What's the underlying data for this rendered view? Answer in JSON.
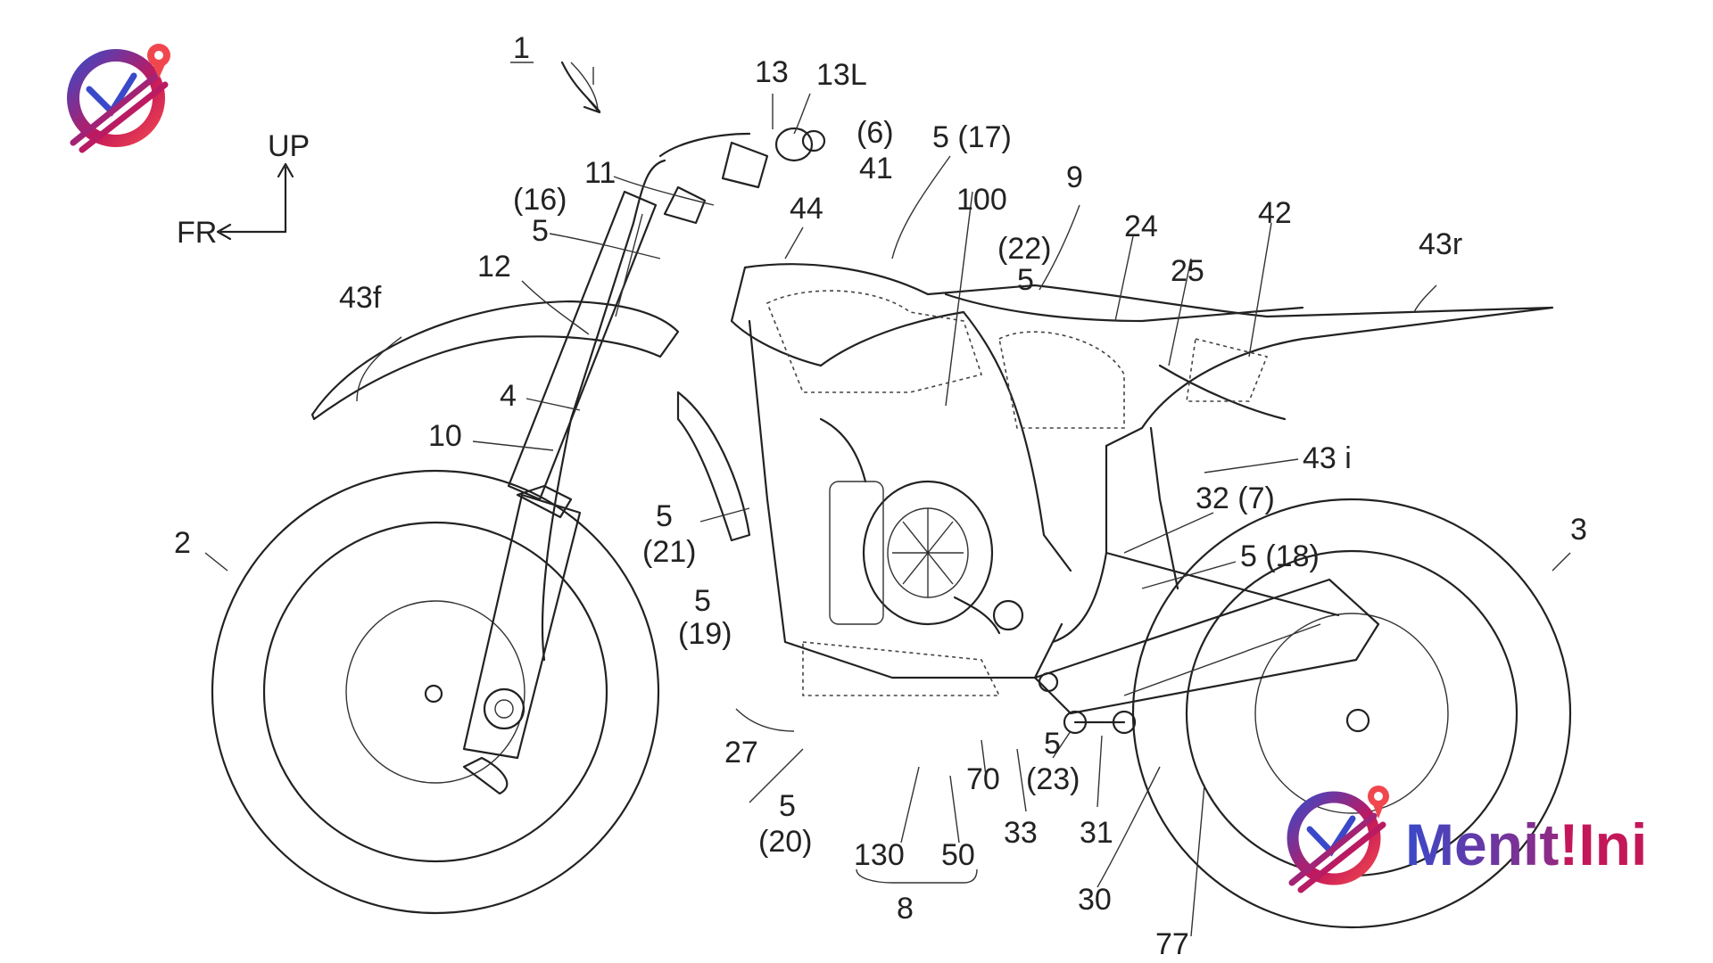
{
  "labels": {
    "l1": "1",
    "l13": "13",
    "l13L": "13L",
    "l6": "(6)",
    "l41": "41",
    "l5_17": "5 (17)",
    "l11": "11",
    "l16": "(16)",
    "l5a": "5",
    "l44": "44",
    "l100": "100",
    "l9": "9",
    "l22": "(22)",
    "l5b": "5",
    "l24": "24",
    "l42": "42",
    "l25": "25",
    "l43r": "43r",
    "l12": "12",
    "l43f": "43f",
    "l4": "4",
    "l10": "10",
    "l43i": "43 i",
    "l5c": "5",
    "l21": "(21)",
    "l32_7": "32 (7)",
    "l2": "2",
    "l3": "3",
    "l5_18": "5 (18)",
    "l5d": "5",
    "l19": "(19)",
    "l27": "27",
    "l5e": "5",
    "l23": "(23)",
    "l70": "70",
    "l5f": "5",
    "l20": "(20)",
    "l130": "130",
    "l50": "50",
    "l33": "33",
    "l31": "31",
    "l30": "30",
    "l77": "77",
    "l8": "8",
    "up": "UP",
    "fr": "FR"
  },
  "watermark": {
    "text_left": "Menit",
    "text_right": "Ini",
    "text_mid": "!",
    "color_a": "#3a49c9",
    "color_b": "#c4175a",
    "color_c": "#f0474f"
  }
}
